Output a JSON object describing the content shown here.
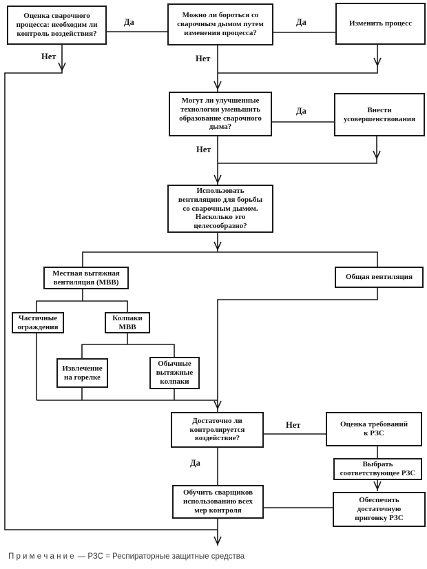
{
  "flowchart": {
    "nodes": {
      "assess_process": "Оценка сварочного\nпроцесса: необходим ли\nконтроль воздействия?",
      "change_process_q": "Можно ли бороться со\nсварочным дымом путем\nизменения процесса?",
      "change_process": "Изменить процесс",
      "improved_tech_q": "Могут ли улучшенные\nтехнологии уменьшить\nобразование сварочного\nдыма?",
      "make_improvements": "Внести\nусовершенствования",
      "use_ventilation": "Использовать\nвентиляцию для борьбы\nсо сварочным дымом.\nНасколько это\nцелесообразно?",
      "local_exhaust": "Местная вытяжная\nвентиляция (МВВ)",
      "partial_enclosures": "Частичные\nограждения",
      "lev_hoods": "Колпаки\nМВВ",
      "torch_extraction": "Извлечение\nна горелке",
      "conventional_hoods": "Обычные\nвытяжные\nколпаки",
      "general_ventilation": "Общая вентиляция",
      "exposure_controlled_q": "Достаточно ли\nконтролируется\nвоздействие?",
      "rpe_requirements": "Оценка требований\nк РЗС",
      "select_rpe": "Выбрать\nсоответствующее РЗС",
      "ensure_rpe_fit": "Обеспечить\nдостаточную\nпригонку РЗС",
      "train_welders": "Обучить сварщиков\nиспользованию всех\nмер контроля"
    },
    "edge_labels": {
      "assess_yes": "Да",
      "assess_no": "Нет",
      "change_yes": "Да",
      "change_no": "Нет",
      "tech_yes": "Да",
      "tech_no": "Нет",
      "controlled_no": "Нет",
      "controlled_yes": "Да"
    },
    "note": {
      "label": "П р и м е ч а н и е",
      "text": "— РЗС = Респираторные защитные средства"
    },
    "colors": {
      "line": "#1a1a1a",
      "text": "#141414",
      "background": "#ffffff",
      "note_text": "#3a3a3a"
    }
  }
}
